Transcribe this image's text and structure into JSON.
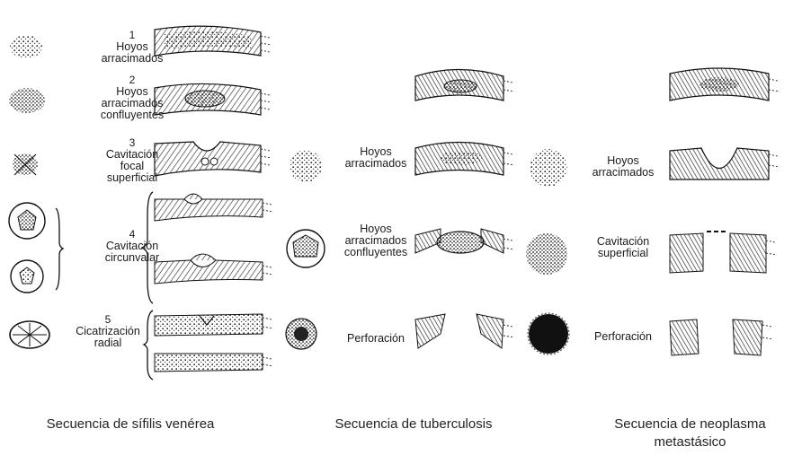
{
  "syphilis": {
    "stages": [
      {
        "num": "1",
        "lines": [
          "Hoyos",
          "arracimados"
        ]
      },
      {
        "num": "2",
        "lines": [
          "Hoyos",
          "arracimados",
          "confluyentes"
        ]
      },
      {
        "num": "3",
        "lines": [
          "Cavitación",
          "focal",
          "superficial"
        ]
      },
      {
        "num": "4",
        "lines": [
          "Cavitación",
          "circunvalar"
        ]
      },
      {
        "num": "5",
        "lines": [
          "Cicatrización",
          "radial"
        ]
      }
    ],
    "caption": "Secuencia de sífilis venérea"
  },
  "tuberculosis": {
    "labels": [
      {
        "lines": [
          "Hoyos",
          "arracimados"
        ]
      },
      {
        "lines": [
          "Hoyos",
          "arracimados",
          "confluyentes"
        ]
      },
      {
        "lines": [
          "Perforación"
        ]
      }
    ],
    "caption": "Secuencia de tuberculosis"
  },
  "neoplasm": {
    "labels": [
      {
        "lines": [
          "Hoyos",
          "arracimados"
        ]
      },
      {
        "lines": [
          "Cavitación",
          "superficial"
        ]
      },
      {
        "lines": [
          "Perforación"
        ]
      }
    ],
    "caption_lines": [
      "Secuencia de neoplasma",
      "metastásico"
    ]
  }
}
